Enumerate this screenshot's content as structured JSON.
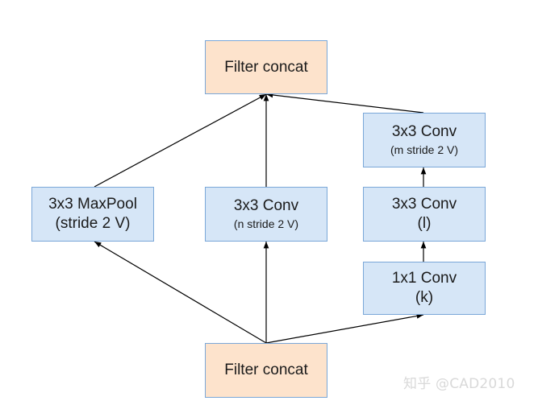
{
  "nodes": {
    "filter_concat_top": {
      "line1": "Filter concat"
    },
    "maxpool": {
      "line1": "3x3 MaxPool",
      "line2": "(stride 2 V)"
    },
    "conv_n": {
      "line1": "3x3 Conv",
      "line2": "(n stride 2 V)"
    },
    "conv_m": {
      "line1": "3x3 Conv",
      "line2": "(m stride 2 V)"
    },
    "conv_l": {
      "line1": "3x3 Conv",
      "line2": "(l)"
    },
    "conv_k": {
      "line1": "1x1 Conv",
      "line2": "(k)"
    },
    "filter_concat_bottom": {
      "line1": "Filter concat"
    }
  },
  "colors": {
    "conv_fill": "#d6e6f7",
    "concat_fill": "#fde3cc",
    "border": "#7aa7d8",
    "edge": "#000000"
  },
  "watermark": "知乎 @CAD2010"
}
